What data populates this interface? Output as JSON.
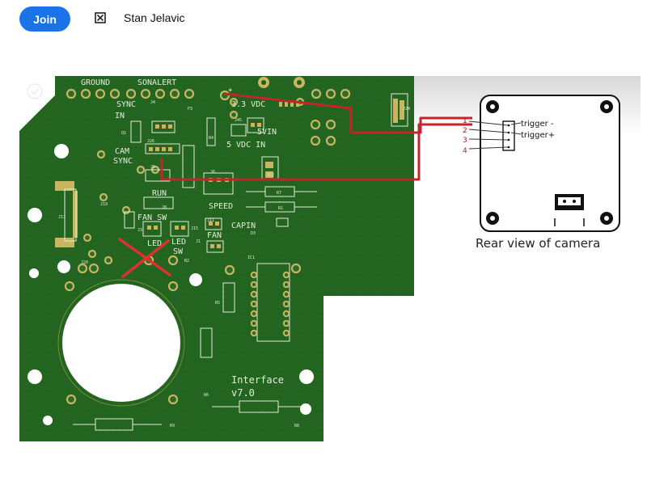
{
  "topbar": {
    "join_label": "Join",
    "channel_name": "Stan Jelavic"
  },
  "pcb": {
    "labels": {
      "ground": "GROUND",
      "sonalert": "SONALERT",
      "sync_in_1": "SYNC",
      "sync_in_2": "IN",
      "v33": "3.3 VDC",
      "vin5": "5VIN",
      "vdc5_in": "5 VDC IN",
      "cam_sync_1": "CAM",
      "cam_sync_2": "SYNC",
      "run": "RUN",
      "speed": "SPEED",
      "fan_sw": "FAN SW",
      "led": "LED",
      "led_sw_1": "LED",
      "led_sw_2": "SW",
      "fan": "FAN",
      "capin": "CAPIN",
      "interface_1": "Interface",
      "interface_2": "v7.0"
    },
    "refdes": {
      "j4": "J4",
      "p3": "P3",
      "r4": "R4",
      "j45": "J45",
      "q1": "Q1",
      "j26": "J26",
      "j5": "J5",
      "j6": "J6",
      "j8": "J8",
      "ic2": "IC2",
      "r7": "R7",
      "r1": "R1",
      "j11": "J11",
      "j15": "J15",
      "j1": "J1",
      "j3": "J3",
      "d3": "D3",
      "r2": "R2",
      "ic1": "IC1",
      "r5": "R5",
      "r6": "R6",
      "r9": "R9",
      "r8": "R8",
      "j17": "J17",
      "j24": "J24",
      "j19": "J19",
      "j20": "J20",
      "plus": "+"
    }
  },
  "camera": {
    "pins": [
      "1",
      "2",
      "3",
      "4"
    ],
    "trigger_minus": "trigger -",
    "trigger_plus": "trigger+",
    "caption": "Rear view of camera"
  },
  "colors": {
    "join_button": "#1a73e8",
    "pcb_green": "#1f5e1c",
    "silkscreen": "#e8eadc",
    "pad_gold": "#c8b560",
    "wire_red": "#c0262c"
  }
}
